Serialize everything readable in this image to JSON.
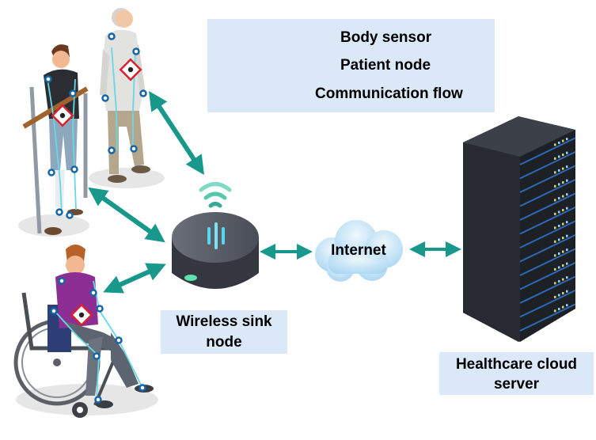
{
  "legend": {
    "body_sensor": "Body sensor",
    "patient_node": "Patient node",
    "communication_flow": "Communication flow"
  },
  "labels": {
    "internet": "Internet",
    "sink_line1": "Wireless sink",
    "sink_line2": "node",
    "server_line1": "Healthcare cloud",
    "server_line2": "server"
  },
  "colors": {
    "arrow": "#17988a",
    "sensor": "#1565a8",
    "patient_node": "#d4232e",
    "label_bg": "#dbe8f7",
    "server": "#1f2226",
    "server_accent": "#2d6ab8"
  },
  "icons": [
    "body-sensor-icon",
    "patient-node-icon",
    "communication-arrow-icon",
    "wifi-icon",
    "cloud-icon",
    "server-rack-icon",
    "sink-device-icon"
  ]
}
